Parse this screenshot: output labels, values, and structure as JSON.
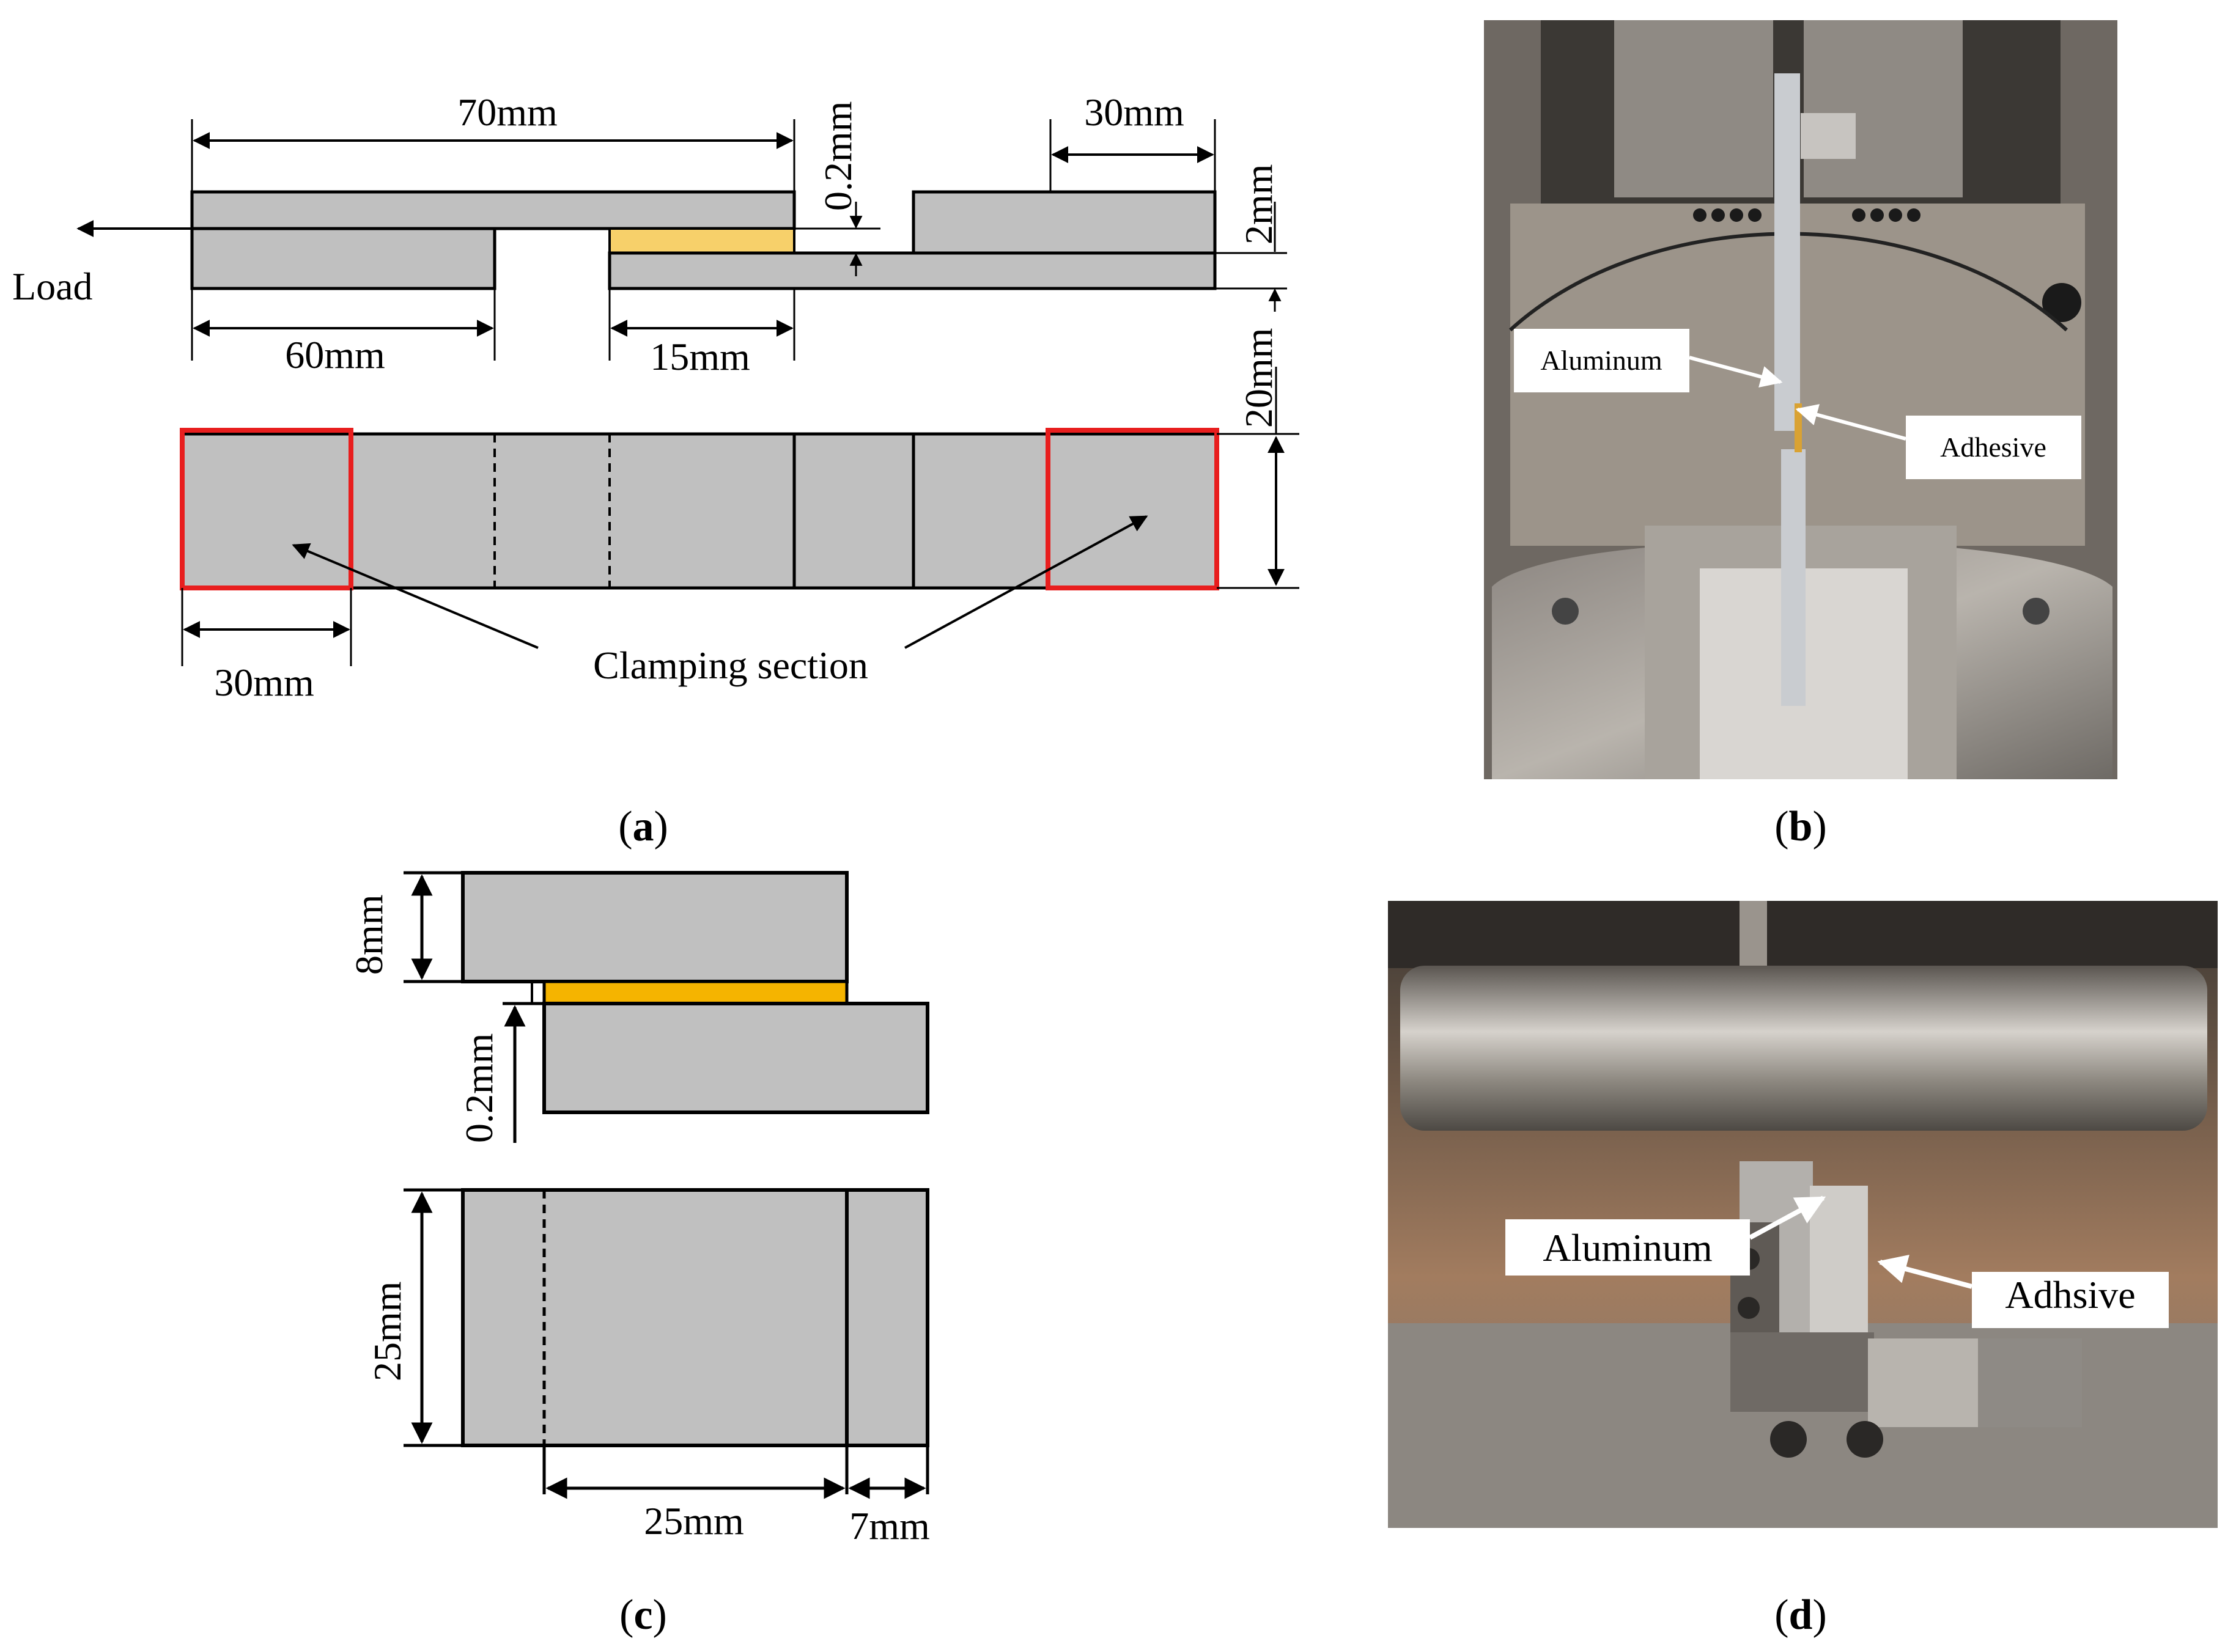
{
  "panel_a": {
    "dims": {
      "overall_top": "70mm",
      "adhesive_thickness": "0.2mm",
      "right_tab": "30mm",
      "plate_thickness": "2mm",
      "left_length": "60mm",
      "overlap": "15mm",
      "width": "20mm",
      "clamp_length": "30mm"
    },
    "load_label": "Load",
    "clamping_label": "Clamping section",
    "caption_letter": "a"
  },
  "panel_b": {
    "aluminum_label": "Aluminum",
    "adhesive_label": "Adhesive",
    "caption_letter": "b"
  },
  "panel_c": {
    "dims": {
      "thickness": "8mm",
      "adhesive_thickness": "0.2mm",
      "width": "25mm",
      "overlap": "25mm",
      "tab": "7mm"
    },
    "caption_letter": "c"
  },
  "panel_d": {
    "aluminum_label": "Aluminum",
    "adhesive_label": "Adhsive",
    "caption_letter": "d"
  },
  "colors": {
    "plate_gray": "#c0c0c0",
    "adhesive_yellow": "#f7d06a",
    "adhesive_orange": "#f5b400",
    "clamp_red": "#e81e1e"
  }
}
